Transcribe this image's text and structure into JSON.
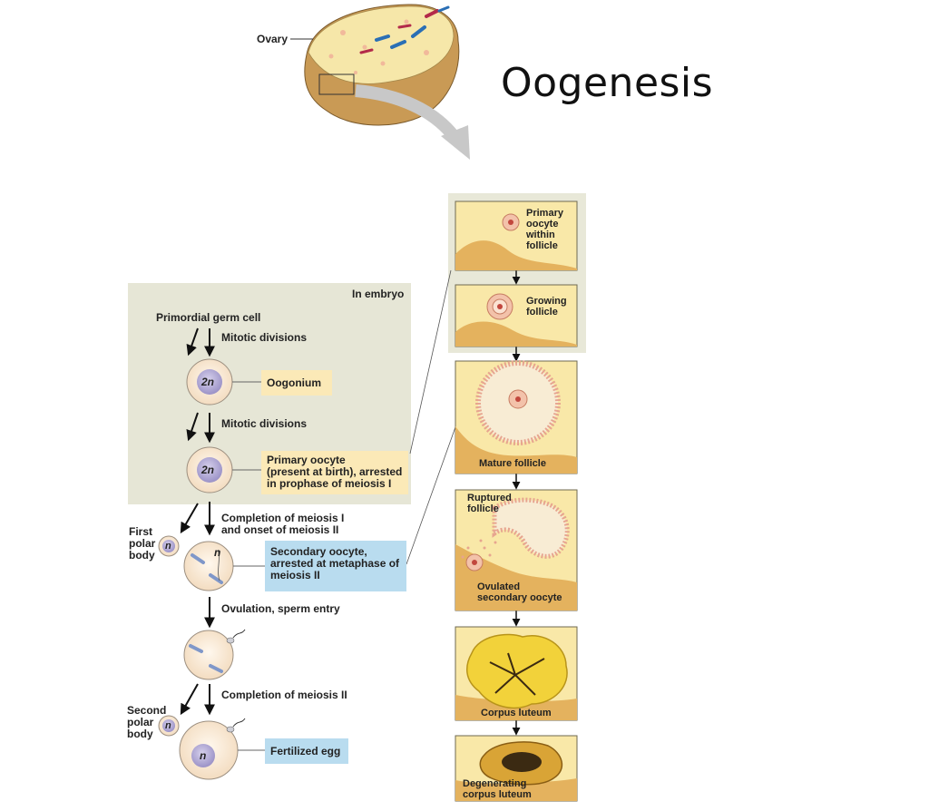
{
  "title": "Oogenesis",
  "ovary_label": "Ovary",
  "embryo": {
    "label": "In embryo",
    "primordial": "Primordial germ cell",
    "mitotic1": "Mitotic divisions",
    "mitotic2": "Mitotic divisions",
    "cell1_ploidy": "2n",
    "cell2_ploidy": "2n",
    "oogonium": "Oogonium",
    "primary_oocyte": [
      "Primary oocyte",
      "(present at birth), arrested",
      "in prophase of meiosis I"
    ]
  },
  "steps": {
    "meiosis1": [
      "Completion of meiosis I",
      "and onset of meiosis II"
    ],
    "first_polar": [
      "First",
      "polar",
      "body"
    ],
    "secondary_oocyte": [
      "Secondary oocyte,",
      "arrested at metaphase of",
      "meiosis II"
    ],
    "cell3_ploidy": "n",
    "polar1_ploidy": "n",
    "ovulation": "Ovulation, sperm entry",
    "meiosis2": "Completion of meiosis II",
    "second_polar": [
      "Second",
      "polar",
      "body"
    ],
    "polar2_ploidy": "n",
    "cell5_ploidy": "n",
    "fertilized": "Fertilized egg"
  },
  "follicles": {
    "p1": [
      "Primary",
      "oocyte",
      "within",
      "follicle"
    ],
    "p2": [
      "Growing",
      "follicle"
    ],
    "p3": "Mature follicle",
    "p4a": [
      "Ruptured",
      "follicle"
    ],
    "p4b": [
      "Ovulated",
      "secondary oocyte"
    ],
    "p5": "Corpus luteum",
    "p6": [
      "Degenerating",
      "corpus luteum"
    ]
  }
}
